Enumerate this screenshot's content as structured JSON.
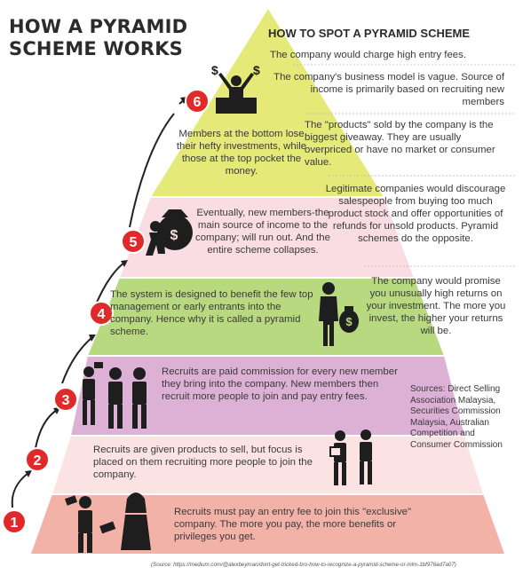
{
  "title_line1": "HOW A PYRAMID",
  "title_line2": "SCHEME WORKS",
  "spot_title": "HOW TO SPOT A PYRAMID SCHEME",
  "levels": [
    {
      "number": "1",
      "text": "Recruits must pay an entry fee to join this \"exclusive\" company. The more you pay, the more benefits or privileges you get."
    },
    {
      "number": "2",
      "text": "Recruits are given products to sell, but focus is placed on them recruiting more people to join the company."
    },
    {
      "number": "3",
      "text": "Recruits are paid commission for every new member they bring into the company. New members then recruit more people to join and pay entry fees."
    },
    {
      "number": "4",
      "text": "The system is designed to benefit the few top management or early entrants into the company. Hence why it is called a pyramid scheme."
    },
    {
      "number": "5",
      "text": "Eventually, new members-the main source of income to the company; will run out. And the entire scheme collapses."
    },
    {
      "number": "6",
      "text": "Members at the bottom lose their hefty investments, while those at the top pocket the money."
    }
  ],
  "spot_items": [
    "The company would charge high entry fees.",
    "The company's business model is vague. Source of income is primarily based on recruiting new members",
    "The \"products\" sold by the company is the biggest giveaway. They are usually overpriced or have no market or consumer value.",
    "Legitimate companies would discourage salespeople from buying too much product stock and offer opportunities of refunds for unsold products. Pyramid schemes do the opposite.",
    "The company would promise you unusually high returns on your investment. The more you invest, the higher your returns will be."
  ],
  "sources": "Sources: Direct Selling Association Malaysia, Securities Commission Malaysia, Australian Competition and Consumer Commission",
  "source_url": "(Source: https://medium.com/@alexbeyman/dont-get-tricked-bro-how-to-recognize-a-pyramid-scheme-or-mlm-1bf976ad7a07)",
  "colors": {
    "tier1": "#f3b2a8",
    "tier2": "#fbe3e3",
    "tier3": "#ddb0d6",
    "tier4": "#b8d980",
    "tier5": "#f9dde3",
    "tier6": "#e5e977",
    "badge": "#e02a2a",
    "icon": "#1e1e1e"
  }
}
